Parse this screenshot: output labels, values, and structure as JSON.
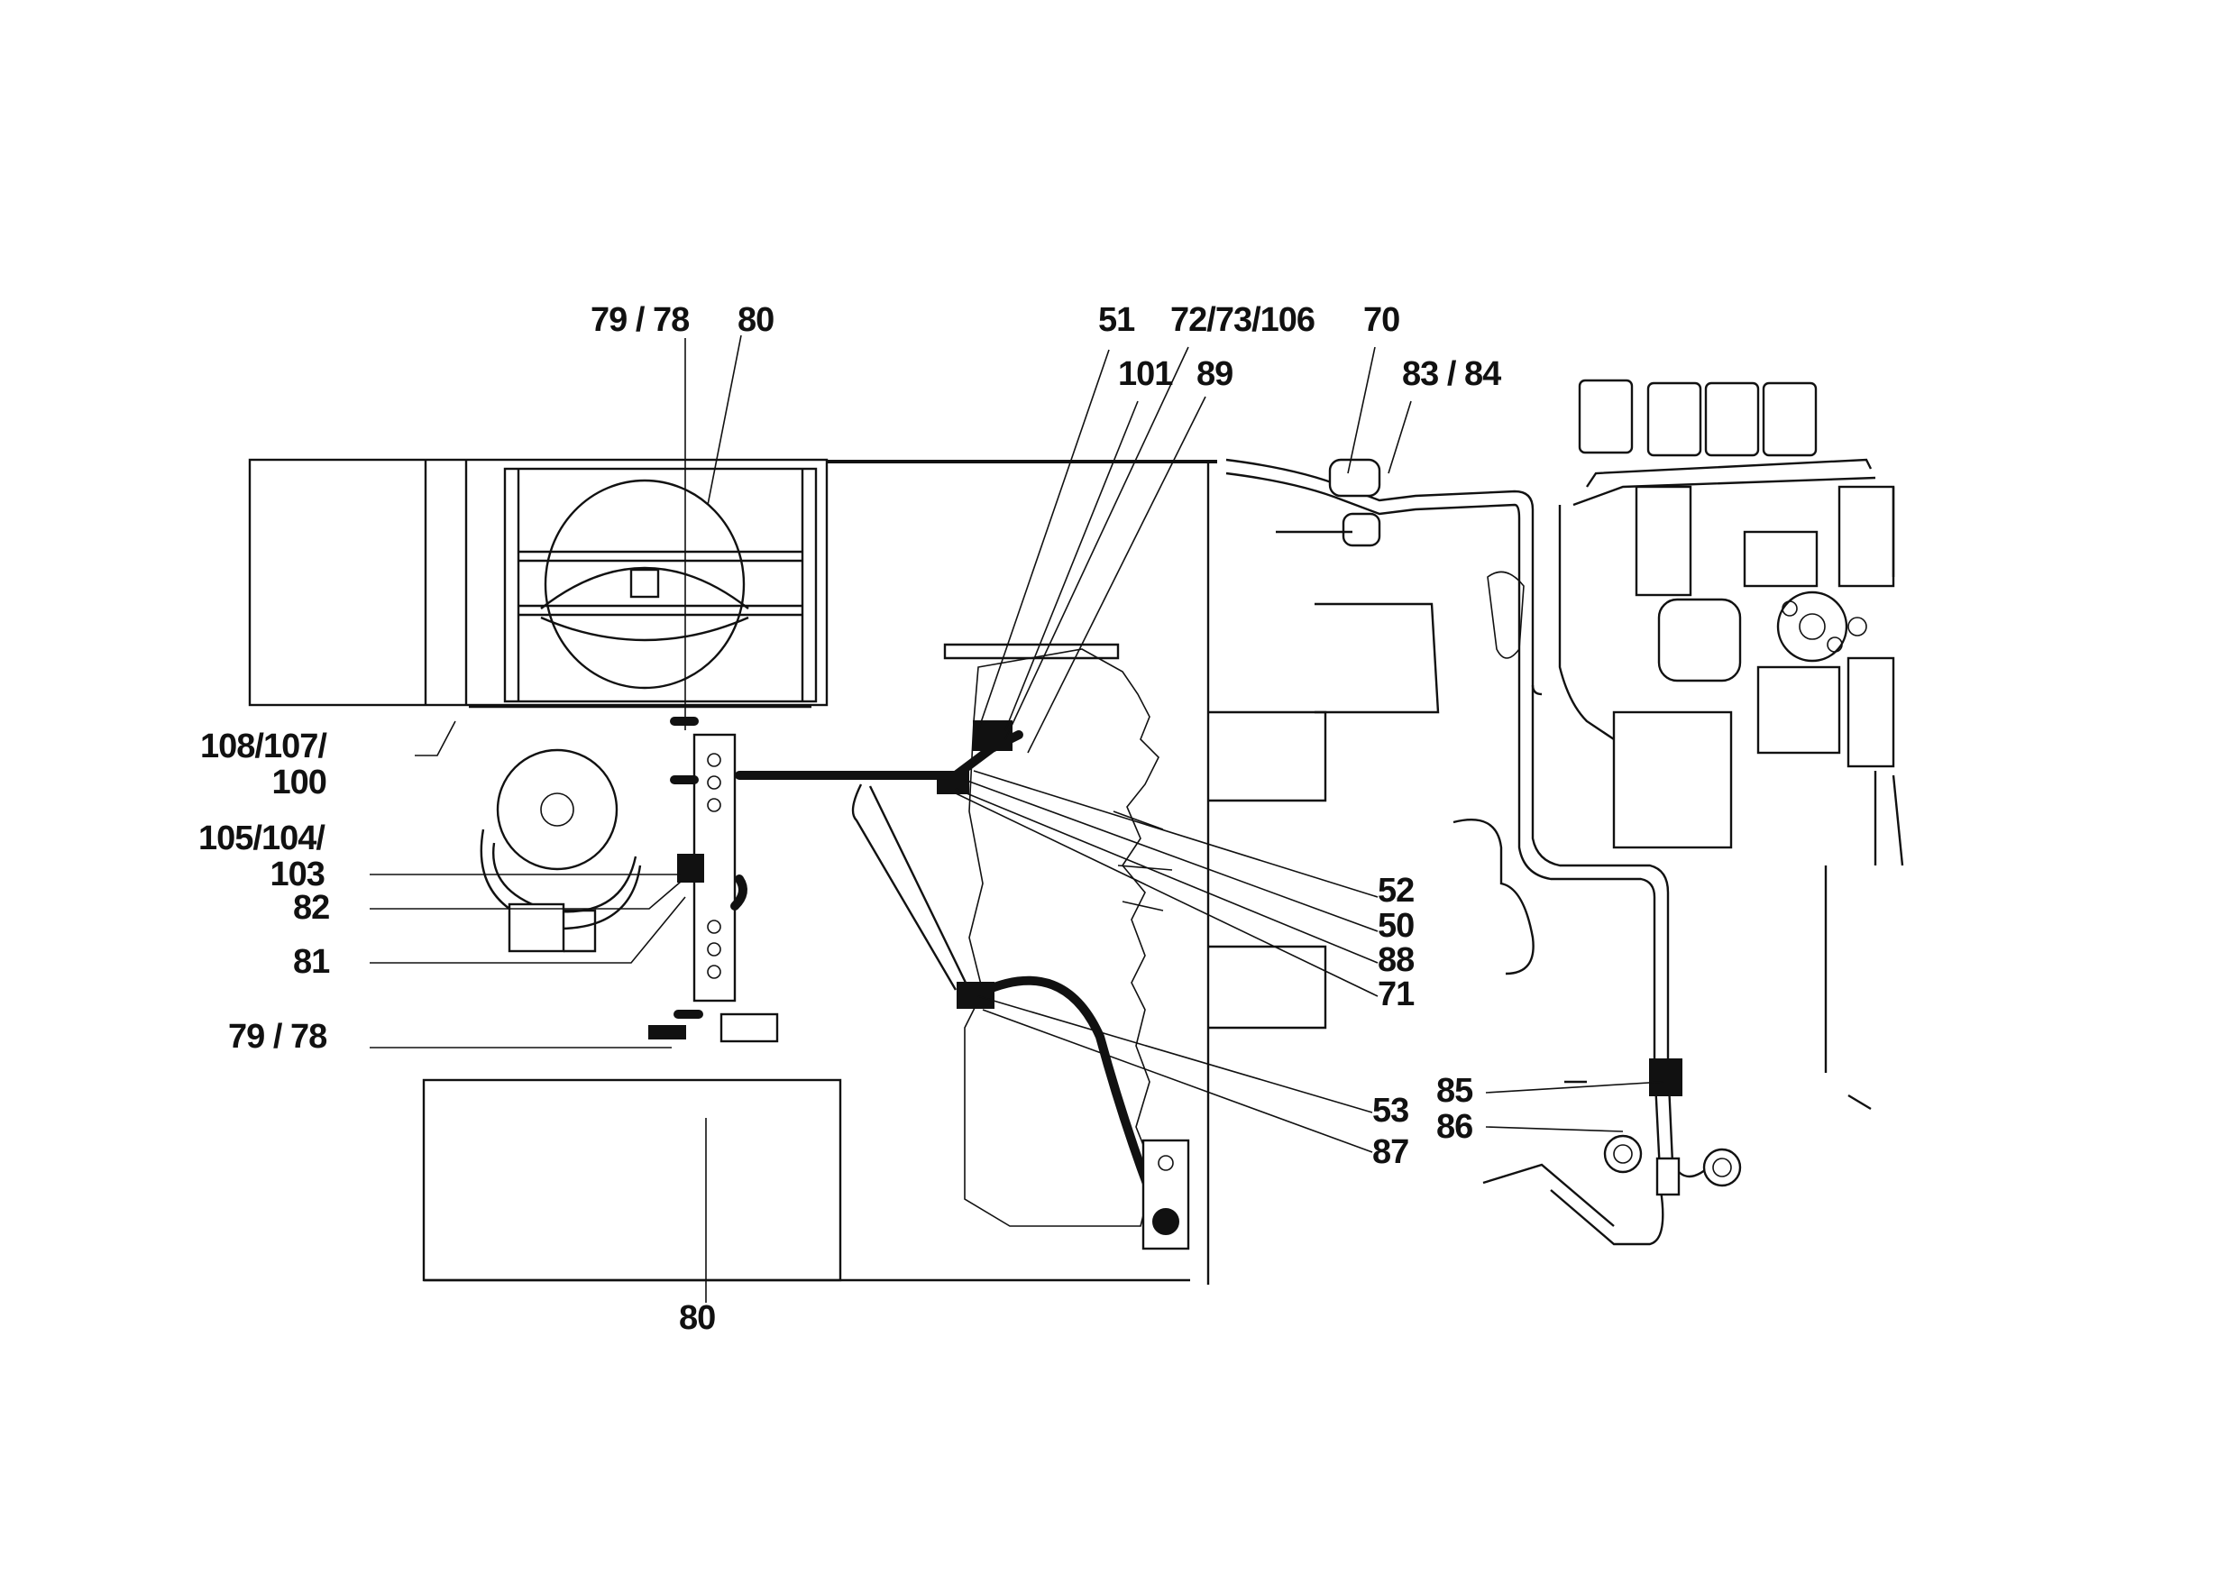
{
  "figure": {
    "labels": {
      "l_79_78_top": "79 / 78",
      "l_80_top": "80",
      "l_51": "51",
      "l_72_73_106": "72/73/106",
      "l_70": "70",
      "l_101": "101",
      "l_89": "89",
      "l_83_84": "83 / 84",
      "l_108_107_100": "108/107/\n100",
      "l_105_104_103": "105/104/\n103",
      "l_82": "82",
      "l_81": "81",
      "l_79_78_bottom": "79 / 78",
      "l_80_bottom": "80",
      "l_52": "52",
      "l_50": "50",
      "l_88": "88",
      "l_71": "71",
      "l_53": "53",
      "l_87": "87",
      "l_85": "85",
      "l_86": "86"
    }
  }
}
